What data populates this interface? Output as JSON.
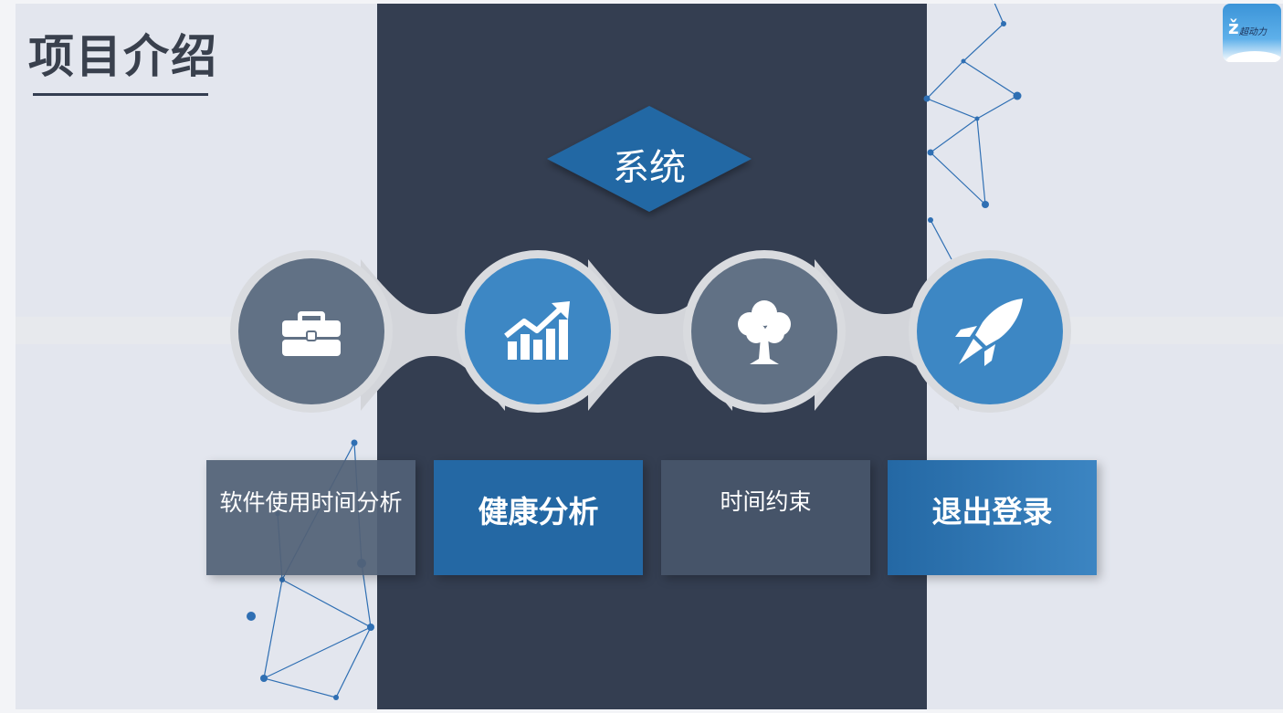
{
  "title": "项目介绍",
  "logo": {
    "text": "超动力"
  },
  "center_badge": {
    "label": "系统"
  },
  "steps": [
    {
      "icon": "briefcase-icon",
      "color": "#617185",
      "label": "软件使用时间分析"
    },
    {
      "icon": "growth-chart-icon",
      "color": "#3d87c4",
      "label": "健康分析"
    },
    {
      "icon": "tree-icon",
      "color": "#617185",
      "label": "时间约束"
    },
    {
      "icon": "rocket-icon",
      "color": "#3d87c4",
      "label": "退出登录"
    }
  ],
  "colors": {
    "dark_panel": "#343e51",
    "accent_blue": "#2468a4",
    "slate": "#617185"
  }
}
